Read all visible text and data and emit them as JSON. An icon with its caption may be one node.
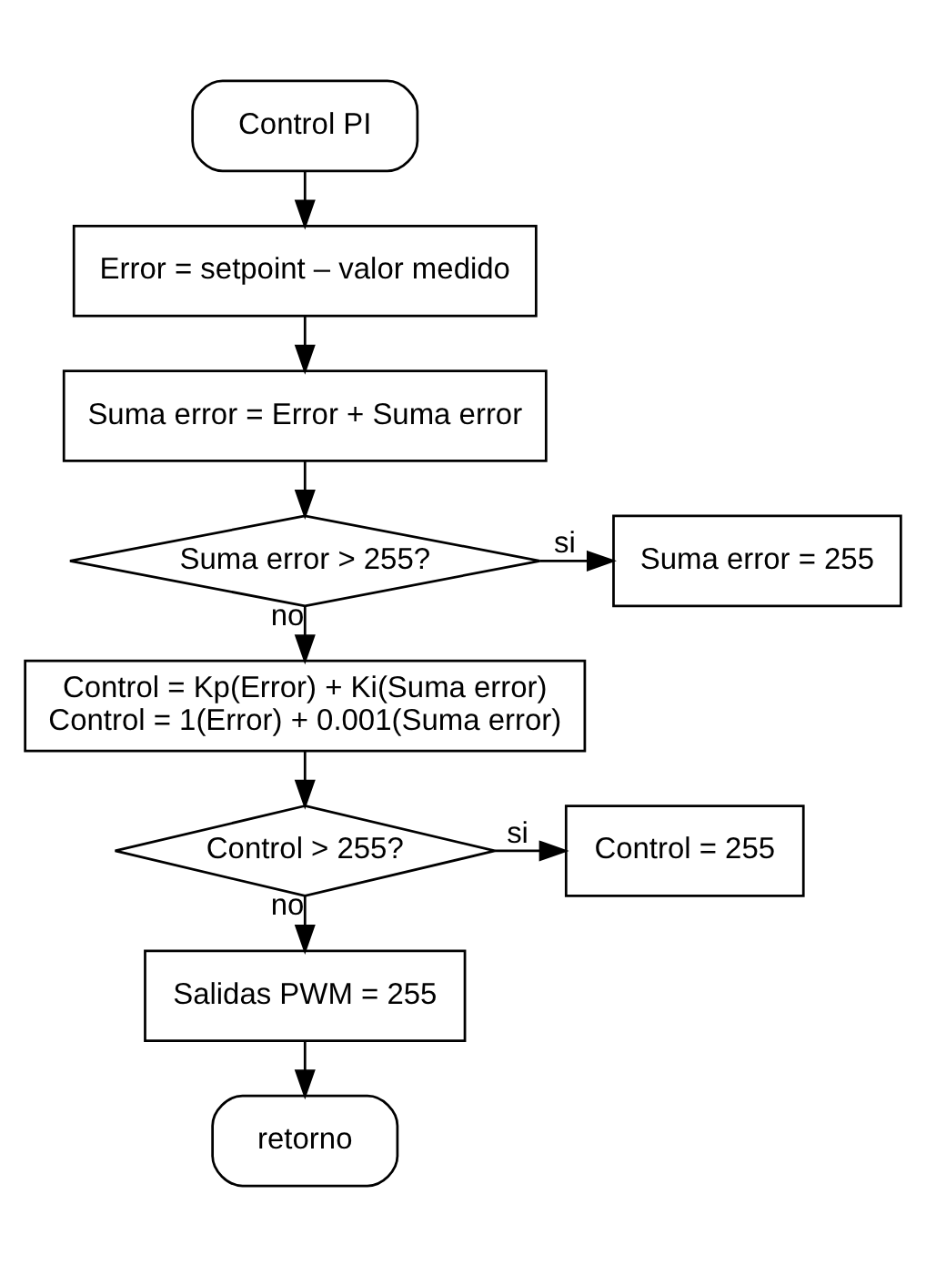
{
  "diagram": {
    "nodes": [
      {
        "text": [
          "Control PI"
        ]
      },
      {
        "text": [
          "Error = setpoint – valor medido"
        ]
      },
      {
        "text": [
          "Suma error = Error + Suma error"
        ]
      },
      {
        "text": [
          "Suma error > 255?"
        ]
      },
      {
        "text": [
          "Suma error = 255"
        ]
      },
      {
        "text": [
          "Control = Kp(Error) + Ki(Suma error)",
          "Control = 1(Error) + 0.001(Suma error)"
        ]
      },
      {
        "text": [
          "Control > 255?"
        ]
      },
      {
        "text": [
          "Control = 255"
        ]
      },
      {
        "text": [
          "Salidas PWM = 255"
        ]
      },
      {
        "text": [
          "retorno"
        ]
      }
    ],
    "edges": [
      {
        "from": 0,
        "to": 1,
        "arrow": "to"
      },
      {
        "from": 1,
        "to": 2,
        "arrow": "to"
      },
      {
        "from": 2,
        "to": 3,
        "arrow": "to"
      },
      {
        "from": 3,
        "to": 4,
        "arrow": "to",
        "label": "si"
      },
      {
        "from": 3,
        "to": 5,
        "arrow": "to",
        "label": "no"
      },
      {
        "from": 5,
        "to": 6,
        "arrow": "to"
      },
      {
        "from": 6,
        "to": 7,
        "arrow": "to",
        "label": "si"
      },
      {
        "from": 6,
        "to": 8,
        "arrow": "to",
        "label": "no"
      },
      {
        "from": 8,
        "to": 9,
        "arrow": "to"
      }
    ]
  }
}
